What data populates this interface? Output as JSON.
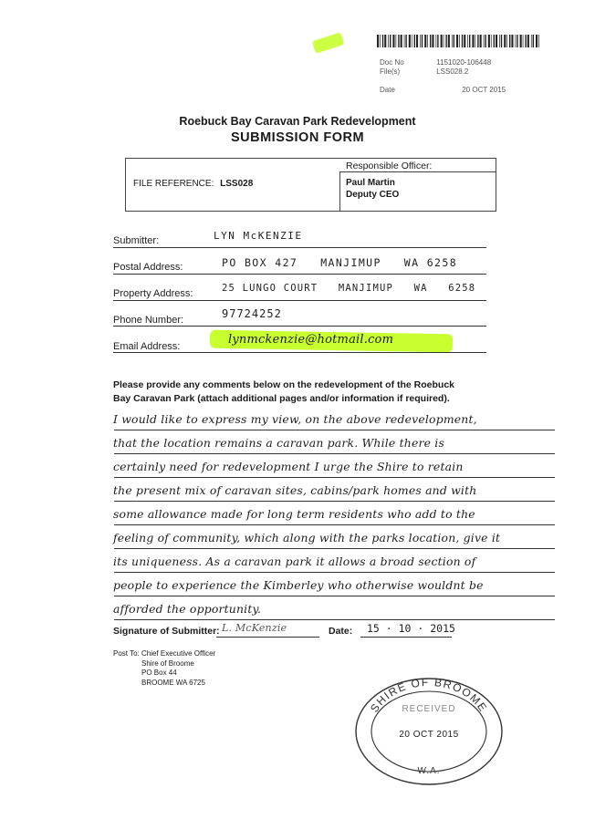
{
  "stamp_top": {
    "doc_no_label": "Doc No",
    "doc_no_value": "1151020-106448",
    "files_label": "File(s)",
    "files_value": "LSS028.2",
    "date_label": "Date",
    "date_value": "20 OCT 2015"
  },
  "header": {
    "title": "Roebuck Bay Caravan Park Redevelopment",
    "subtitle": "SUBMISSION FORM"
  },
  "reference_box": {
    "file_reference_label": "FILE REFERENCE:",
    "file_reference_value": "LSS028",
    "officer_label": "Responsible Officer:",
    "officer_name": "Paul Martin",
    "officer_title": "Deputy CEO"
  },
  "fields": [
    {
      "label": "Submitter:",
      "value": "LYN McKENZIE"
    },
    {
      "label": "Postal Address:",
      "value": "PO BOX 427   MANJIMUP   WA 6258"
    },
    {
      "label": "Property Address:",
      "value": "25 LUNGO COURT   MANJIMUP   WA   6258"
    },
    {
      "label": "Phone Number:",
      "value": "97724252"
    },
    {
      "label": "Email Address:",
      "value": "lynmckenzie@hotmail.com"
    }
  ],
  "instructions": "Please provide any comments below on the redevelopment of the Roebuck Bay Caravan Park (attach additional pages and/or information if required).",
  "instructions_line1": "Please provide any comments below on the redevelopment of the Roebuck",
  "instructions_line2": "Bay Caravan Park (attach additional pages and/or information if required).",
  "comments": [
    "I would like to express my view, on the above redevelopment,",
    "that the location remains a caravan park. While there is",
    "certainly need for redevelopment I urge the Shire to retain",
    "the present mix of caravan sites, cabins/park homes and with",
    "some allowance made for long term residents who add to the",
    "feeling of community, which along with the parks location, give it",
    "its uniqueness. As a caravan park it allows a broad section of",
    "people to experience the Kimberley who otherwise wouldnt be",
    "afforded the opportunity."
  ],
  "signature": {
    "label": "Signature of Submitter:",
    "value": "L. McKenzie",
    "date_label": "Date:",
    "date_value": "15 · 10 · 2015"
  },
  "post_to": {
    "line1": "Post To: Chief Executive Officer",
    "line2": "Shire of Broome",
    "line3": "PO Box 44",
    "line4": "BROOME  WA  6725"
  },
  "received_stamp": {
    "top_text": "SHIRE OF BROOME",
    "middle_text": "RECEIVED",
    "date_text": "20 OCT 2015",
    "bottom_text": "W.A."
  },
  "colors": {
    "highlighter": "#c8ff2e",
    "ink": "#1d1d1d"
  }
}
